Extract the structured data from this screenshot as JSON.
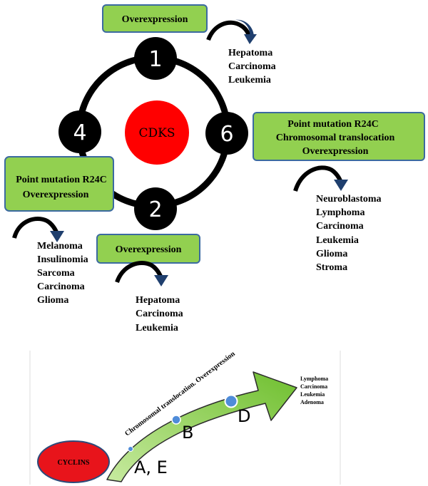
{
  "colors": {
    "box_fill": "#92d050",
    "box_stroke": "#3b6aa0",
    "node_fill": "#000000",
    "center_fill": "#ff0000",
    "cyclins_fill": "#e8141b",
    "arrow_fill": "#8fd14f",
    "dot_fill": "#4f8cd9"
  },
  "cdk_cycle": {
    "center_label": "CDKS",
    "nodes": [
      {
        "number": "1"
      },
      {
        "number": "6"
      },
      {
        "number": "2"
      },
      {
        "number": "4"
      }
    ],
    "boxes": [
      {
        "lines": [
          "Overexpression"
        ]
      },
      {
        "lines": [
          "Point mutation  R24C",
          "Chromosomal translocation",
          "Overexpression"
        ]
      },
      {
        "lines": [
          "Overexpression"
        ]
      },
      {
        "lines": [
          "Point mutation  R24C",
          "Overexpression"
        ]
      }
    ],
    "cancer_lists": [
      {
        "items": [
          "Hepatoma",
          "Carcinoma",
          "Leukemia"
        ]
      },
      {
        "items": [
          "Neuroblastoma",
          "Lymphoma",
          "Carcinoma",
          "Leukemia",
          "Glioma",
          "Stroma"
        ]
      },
      {
        "items": [
          "Hepatoma",
          "Carcinoma",
          "Leukemia"
        ]
      },
      {
        "items": [
          "Melanoma",
          "Insulinomia",
          "Sarcoma",
          "Carcinoma",
          "Glioma"
        ]
      }
    ]
  },
  "cyclins_panel": {
    "oval_label": "CYCLINS",
    "arrow_label": "Chromosomal translocation. Overexpression",
    "phases": [
      {
        "label": "A, E"
      },
      {
        "label": "B"
      },
      {
        "label": "D"
      }
    ],
    "cancer_list": [
      "Lymphoma",
      "Carcinoma",
      "Leukemia",
      "Adenoma"
    ]
  }
}
